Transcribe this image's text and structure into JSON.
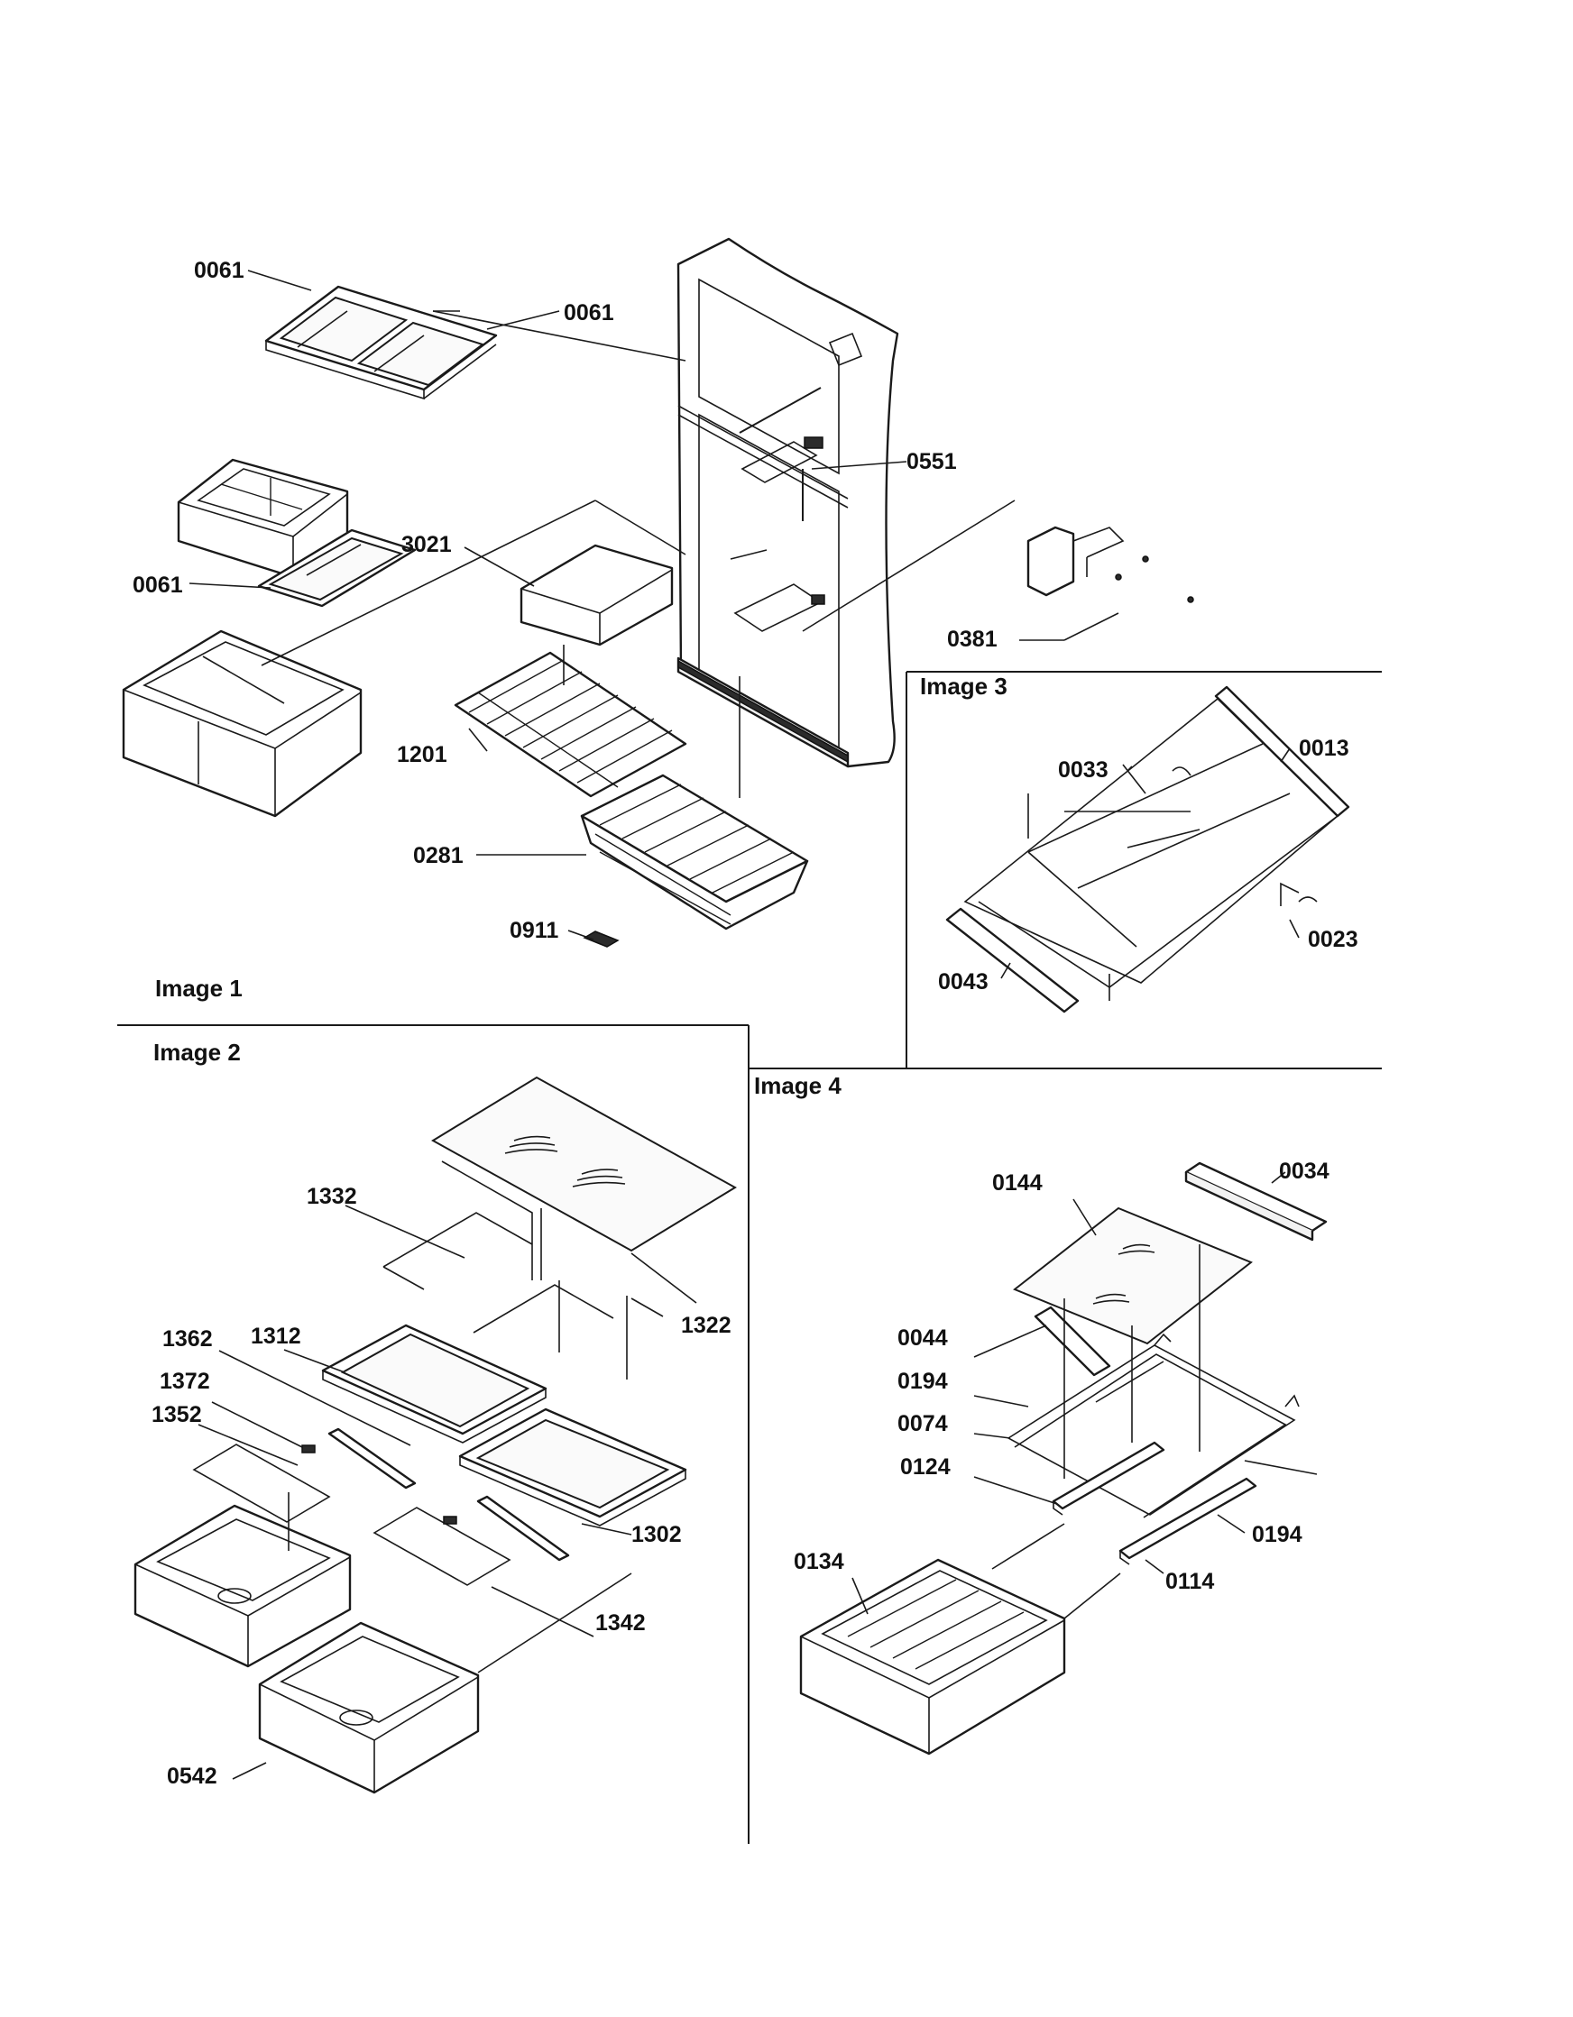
{
  "panels": {
    "image1": "Image 1",
    "image2": "Image 2",
    "image3": "Image 3",
    "image4": "Image 4"
  },
  "labels": {
    "p0061a": "0061",
    "p0061b": "0061",
    "p0061c": "0061",
    "p0551": "0551",
    "p3021": "3021",
    "p0381": "0381",
    "p1201": "1201",
    "p0281": "0281",
    "p0911": "0911",
    "p0033": "0033",
    "p0013": "0013",
    "p0023": "0023",
    "p0043": "0043",
    "p1332": "1332",
    "p1322": "1322",
    "p1362": "1362",
    "p1312": "1312",
    "p1372": "1372",
    "p1352": "1352",
    "p1302": "1302",
    "p1342": "1342",
    "p0542": "0542",
    "p0144": "0144",
    "p0034": "0034",
    "p0044": "0044",
    "p0194a": "0194",
    "p0074": "0074",
    "p0124": "0124",
    "p0194b": "0194",
    "p0134": "0134",
    "p0114": "0114"
  }
}
